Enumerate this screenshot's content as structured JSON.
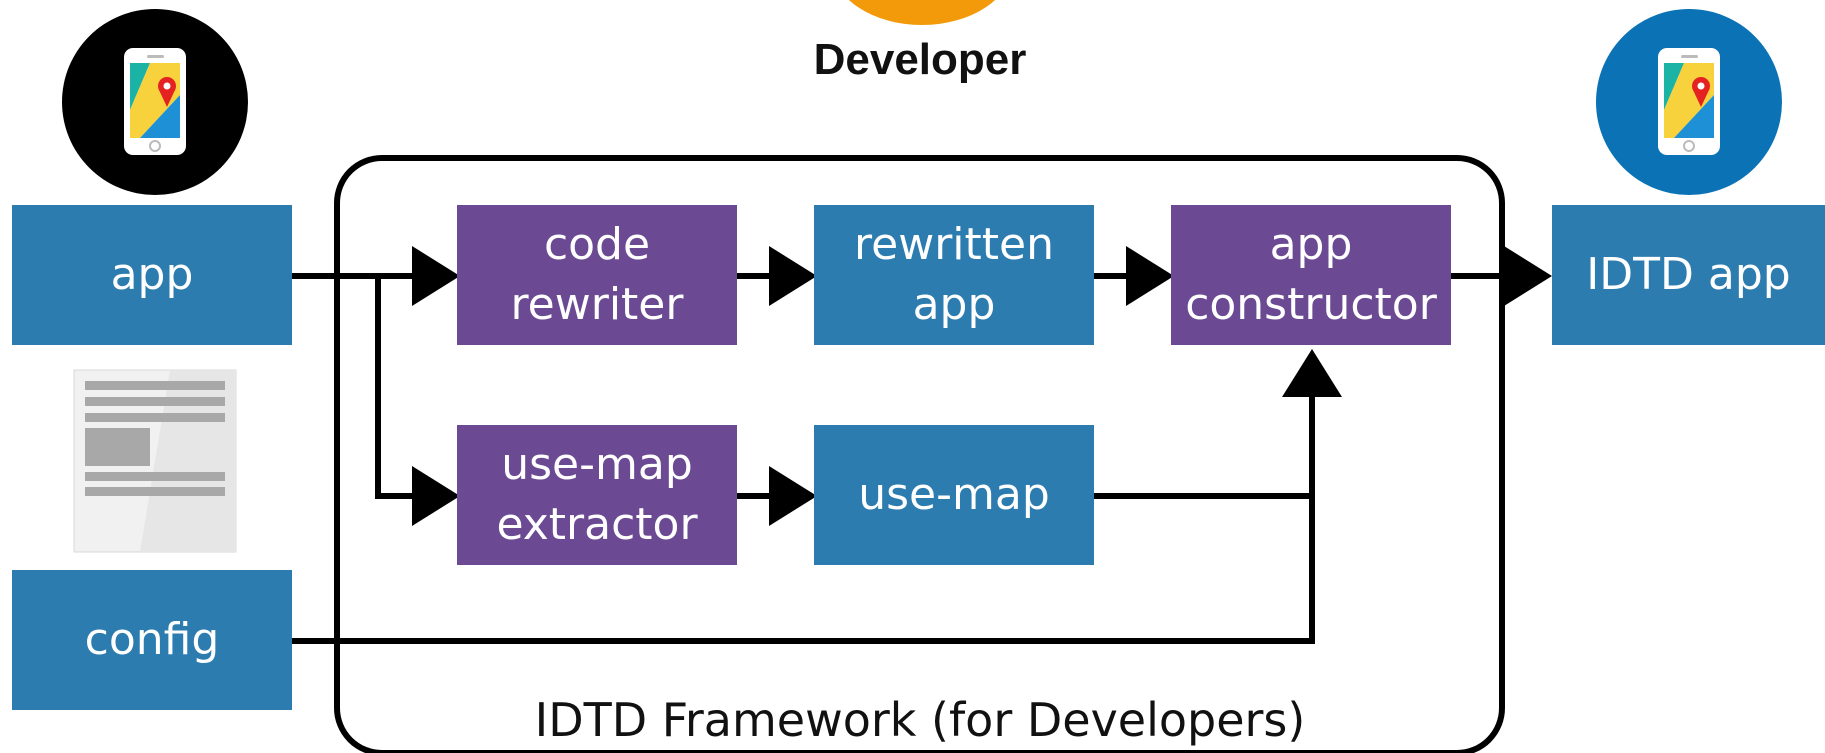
{
  "header": {
    "role_label": "Developer"
  },
  "framework": {
    "label": "IDTD Framework (for Developers)"
  },
  "nodes": {
    "app": "app",
    "config": "config",
    "code_rewriter": "code\nrewriter",
    "rewritten_app": "rewritten\napp",
    "app_constructor": "app\nconstructor",
    "use_map_extractor": "use-map\nextractor",
    "use_map": "use-map",
    "idtd_app": "IDTD app"
  },
  "icons": [
    "developer-avatar-icon",
    "smartphone-map-icon",
    "document-icon"
  ],
  "colors": {
    "blue_box": "#2c7cb0",
    "purple_box": "#6b4a93",
    "avatar_orange": "#f39a0b",
    "phone_circle_black": "#000000",
    "phone_circle_blue": "#0a72b5"
  }
}
